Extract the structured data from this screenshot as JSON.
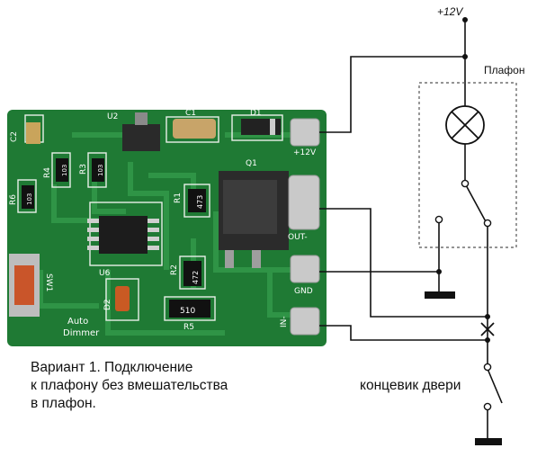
{
  "supply_label": "+12V",
  "lamp_label": "Плафон",
  "switch_label": "концевик двери",
  "caption_lines": [
    "Вариант 1. Подключение",
    "к плафону без вмешательства",
    "в плафон."
  ],
  "pcb": {
    "title_line1": "Auto",
    "title_line2": "Dimmer",
    "pads": [
      "+12V",
      "OUT-",
      "GND",
      "IN-"
    ],
    "components": {
      "u2": "U2",
      "c1": "C1",
      "d1": "D1",
      "c2": "C2",
      "r4": "R4",
      "r4v": "103",
      "r3": "R3",
      "r3v": "103",
      "r6": "R6",
      "r6v": "103",
      "r1": "R1",
      "r1v": "473",
      "q1": "Q1",
      "u6": "U6",
      "r2": "R2",
      "r2v": "472",
      "d2": "D2",
      "sw1": "SW1",
      "r5": "R5",
      "r5v": "510"
    }
  },
  "colors": {
    "pcb_green": "#1f7a34",
    "pcb_dark": "#15602a",
    "wire": "#111111",
    "dotted_box": "#555555",
    "solder": "#c9c9c9"
  }
}
